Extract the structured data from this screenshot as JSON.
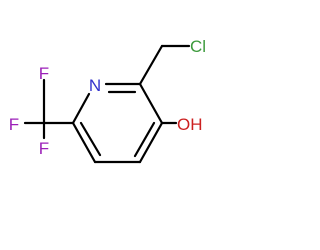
{
  "molecule": {
    "atoms": {
      "nitrogen": "N",
      "chlorine": "Cl",
      "hydroxyl": "OH",
      "fluorine_top": "F",
      "fluorine_left": "F",
      "fluorine_bottom": "F"
    },
    "colors": {
      "bond": "#000000",
      "nitrogen": "#3333cc",
      "chlorine": "#3c9a3c",
      "oxygen": "#cc2020",
      "fluorine": "#9b1fb8"
    }
  }
}
